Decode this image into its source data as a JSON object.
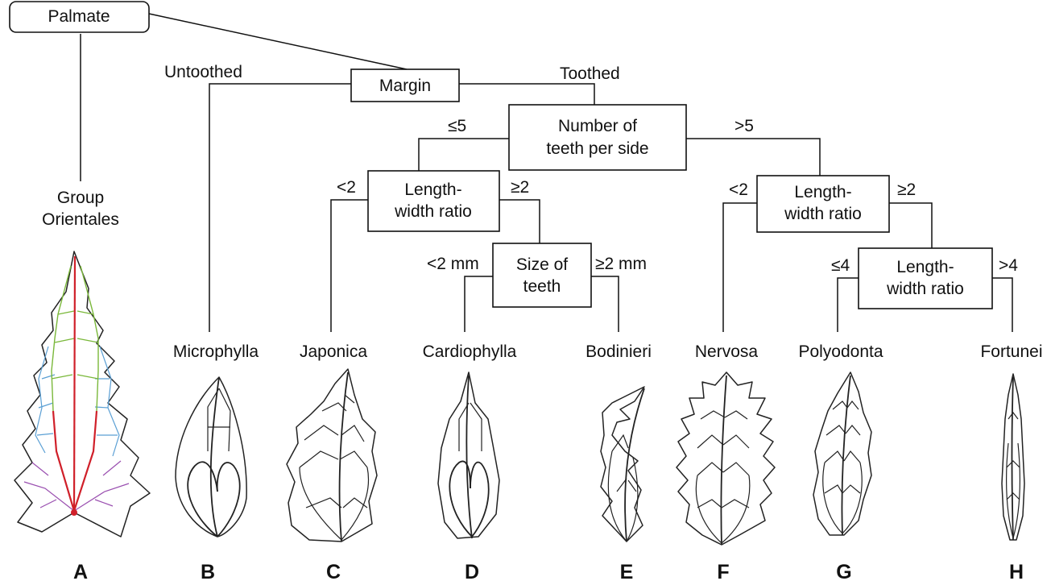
{
  "nodes": {
    "root": "Palmate",
    "group": [
      "Group",
      "Orientales"
    ],
    "margin": "Margin",
    "teeth_count": [
      "Number of",
      "teeth per side"
    ],
    "lw_left": [
      "Length-",
      "width ratio"
    ],
    "lw_right": [
      "Length-",
      "width ratio"
    ],
    "size_teeth": [
      "Size of",
      "teeth"
    ],
    "lw_lower": [
      "Length-",
      "width ratio"
    ]
  },
  "edges": {
    "untoothed": "Untoothed",
    "toothed": "Toothed",
    "le5": "≤5",
    "gt5": ">5",
    "lt2_left": "<2",
    "ge2_left": "≥2",
    "lt2mm": "<2 mm",
    "ge2mm": "≥2 mm",
    "lt2_right": "<2",
    "ge2_right": "≥2",
    "le4": "≤4",
    "gt4": ">4"
  },
  "leaves": [
    {
      "name": "",
      "letter": "A"
    },
    {
      "name": "Microphylla",
      "letter": "B"
    },
    {
      "name": "Japonica",
      "letter": "C"
    },
    {
      "name": "Cardiophylla",
      "letter": "D"
    },
    {
      "name": "Bodinieri",
      "letter": "E"
    },
    {
      "name": "Nervosa",
      "letter": "F"
    },
    {
      "name": "Polyodonta",
      "letter": "G"
    },
    {
      "name": "Fortunei",
      "letter": "H"
    }
  ],
  "colors": {
    "midrib": "#d0202a",
    "green_veins": "#7ab83a",
    "blue_veins": "#5a9fd4",
    "purple_veins": "#9a4fb0"
  }
}
